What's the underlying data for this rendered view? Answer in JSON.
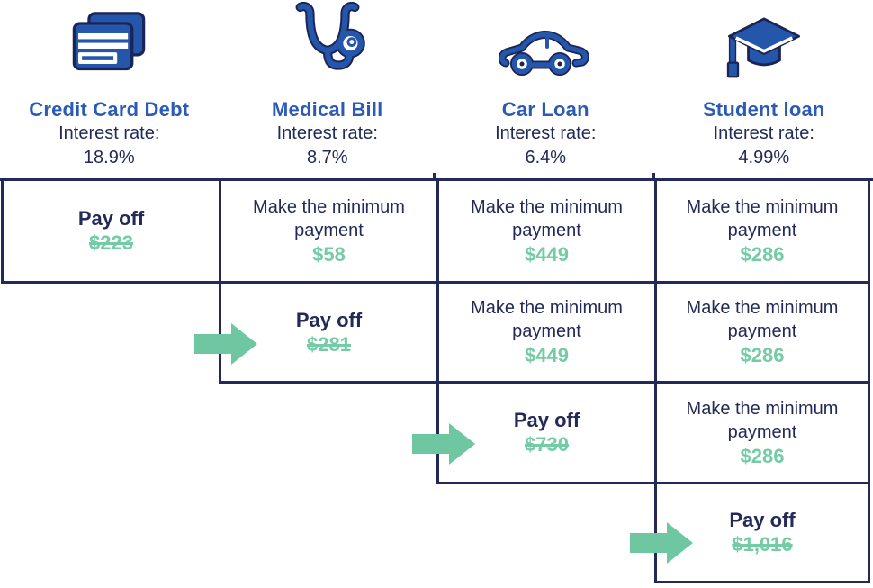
{
  "colors": {
    "navy_text_and_borders": "#232a57",
    "heading_blue": "#2b5bb5",
    "icon_blue": "#2456ac",
    "icon_outline": "#1b2452",
    "amount_green": "#74cba6",
    "arrow_green": "#6ec7a0"
  },
  "columns": [
    {
      "icon": "credit-card-icon",
      "title": "Credit Card Debt",
      "interest_label": "Interest rate:",
      "rate": "18.9%"
    },
    {
      "icon": "stethoscope-icon",
      "title": "Medical Bill",
      "interest_label": "Interest rate:",
      "rate": "8.7%"
    },
    {
      "icon": "car-icon",
      "title": "Car Loan",
      "interest_label": "Interest rate:",
      "rate": "6.4%"
    },
    {
      "icon": "graduation-cap-icon",
      "title": "Student loan",
      "interest_label": "Interest rate:",
      "rate": "4.99%"
    }
  ],
  "grid": {
    "rows": [
      {
        "cells": [
          {
            "column": "Credit Card Debt",
            "type": "payoff",
            "label": "Pay off",
            "amount": "$223",
            "arrow": false
          },
          {
            "column": "Medical Bill",
            "type": "minimum",
            "label": "Make the minimum payment",
            "amount": "$58"
          },
          {
            "column": "Car Loan",
            "type": "minimum",
            "label": "Make the minimum payment",
            "amount": "$449"
          },
          {
            "column": "Student loan",
            "type": "minimum",
            "label": "Make the minimum payment",
            "amount": "$286"
          }
        ]
      },
      {
        "cells": [
          {
            "column": "Medical Bill",
            "type": "payoff",
            "label": "Pay off",
            "amount": "$281",
            "arrow": true
          },
          {
            "column": "Car Loan",
            "type": "minimum",
            "label": "Make the minimum payment",
            "amount": "$449"
          },
          {
            "column": "Student loan",
            "type": "minimum",
            "label": "Make the minimum payment",
            "amount": "$286"
          }
        ]
      },
      {
        "cells": [
          {
            "column": "Car Loan",
            "type": "payoff",
            "label": "Pay off",
            "amount": "$730",
            "arrow": true
          },
          {
            "column": "Student loan",
            "type": "minimum",
            "label": "Make the minimum payment",
            "amount": "$286"
          }
        ]
      },
      {
        "cells": [
          {
            "column": "Student loan",
            "type": "payoff",
            "label": "Pay off",
            "amount": "$1,016",
            "arrow": true
          }
        ]
      }
    ]
  }
}
